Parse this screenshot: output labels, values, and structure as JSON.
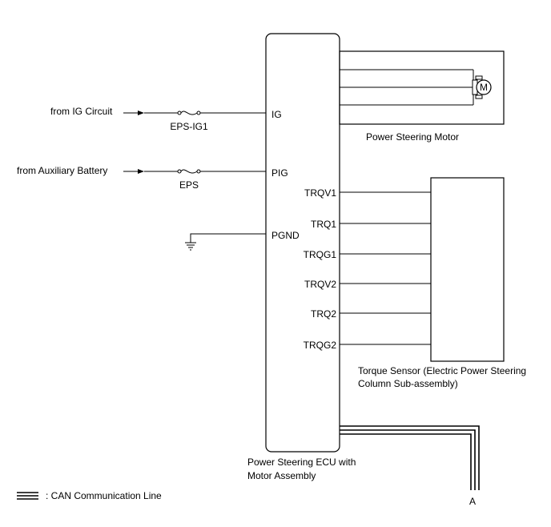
{
  "ecu": {
    "label_line1": "Power Steering ECU with",
    "label_line2": "Motor Assembly",
    "pins": {
      "ig": "IG",
      "pig": "PIG",
      "pgnd": "PGND",
      "trqv1": "TRQV1",
      "trq1": "TRQ1",
      "trqg1": "TRQG1",
      "trqv2": "TRQV2",
      "trq2": "TRQ2",
      "trqg2": "TRQG2"
    }
  },
  "inputs": {
    "ig_source": "from IG Circuit",
    "ig_fuse": "EPS-IG1",
    "battery_source": "from Auxiliary Battery",
    "battery_fuse": "EPS"
  },
  "motor": {
    "label": "Power Steering Motor",
    "symbol": "M"
  },
  "torque_sensor": {
    "label_line1": "Torque Sensor (Electric Power Steering",
    "label_line2": "Column Sub-assembly)"
  },
  "connector": {
    "label": "A"
  },
  "legend": {
    "text": ": CAN Communication Line"
  },
  "colors": {
    "line": "#000000",
    "background": "#ffffff"
  }
}
